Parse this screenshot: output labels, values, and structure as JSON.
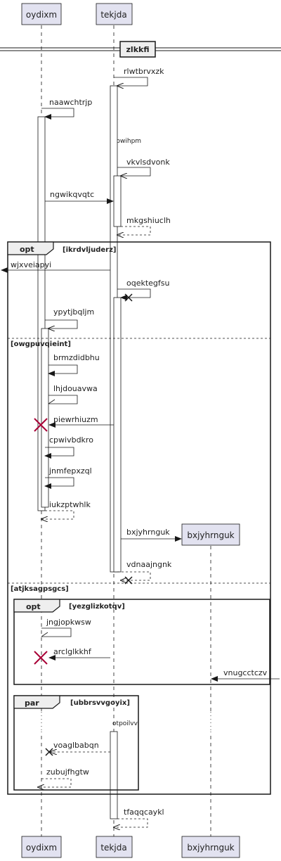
{
  "participants": [
    {
      "id": "oydixm",
      "label": "oydixm"
    },
    {
      "id": "tekjda",
      "label": "tekjda"
    },
    {
      "id": "bxjyhrnguk",
      "label": "bxjyhrnguk"
    }
  ],
  "divider": "zlkkfi",
  "delays": [
    "ftowihpm",
    "otpoilvv"
  ],
  "fragments": {
    "opt1_kind": "opt",
    "opt1_guard": "[ikrdvljuderz]",
    "opt1_else1": "[owgpuvqieint]",
    "opt1_else2": "[atjksagpsgcs]",
    "opt2_kind": "opt",
    "opt2_guard": "[yezglizkotqv]",
    "par_kind": "par",
    "par_guard": "[ubbrsvvgoyix]"
  },
  "messages": [
    "rlwtbrvxzk",
    "naawchtrjp",
    "vkvlsdvonk",
    "ngwikqvqtc",
    "mkgshiuclh",
    "wjxveiapyi",
    "oqektegfsu",
    "ypytjbqljm",
    "brmzdidbhu",
    "lhjdouavwa",
    "piewrhiuzm",
    "cpwivbdkro",
    "jnmfepxzql",
    "iukzptwhlk",
    "bxjyhrnguk",
    "vdnaajngnk",
    "jngjopkwsw",
    "arclglkkhf",
    "vnugcctczv",
    "voaglbabqn",
    "zubujfhgtw",
    "tfaqqcaykl"
  ],
  "colors": {
    "participant_fill": "#E2E2F0",
    "participant_stroke": "#181818",
    "activation_fill": "#ffffff",
    "destroy": "#A80036",
    "line": "#181818"
  }
}
